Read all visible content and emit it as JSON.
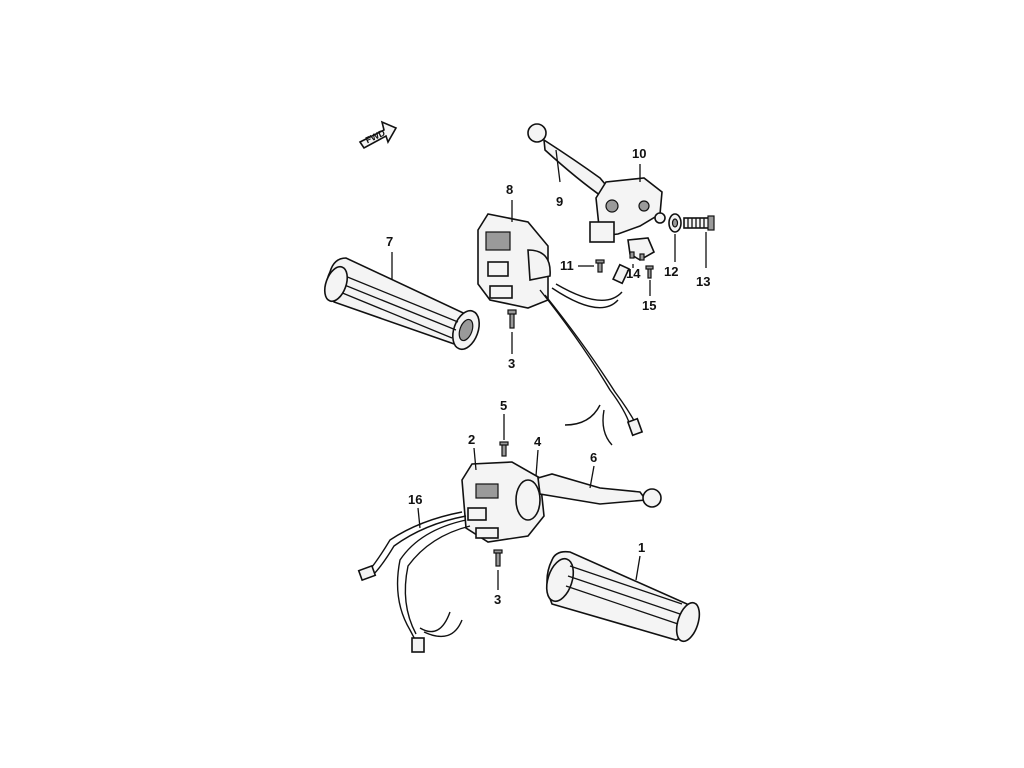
{
  "diagram": {
    "fwd_marker": "FWD",
    "callouts": [
      {
        "id": "1",
        "text": "1"
      },
      {
        "id": "2",
        "text": "2"
      },
      {
        "id": "3a",
        "text": "3"
      },
      {
        "id": "3b",
        "text": "3"
      },
      {
        "id": "4",
        "text": "4"
      },
      {
        "id": "5",
        "text": "5"
      },
      {
        "id": "6",
        "text": "6"
      },
      {
        "id": "7",
        "text": "7"
      },
      {
        "id": "8",
        "text": "8"
      },
      {
        "id": "9",
        "text": "9"
      },
      {
        "id": "10",
        "text": "10"
      },
      {
        "id": "11",
        "text": "11"
      },
      {
        "id": "12",
        "text": "12"
      },
      {
        "id": "13",
        "text": "13"
      },
      {
        "id": "14",
        "text": "14"
      },
      {
        "id": "15",
        "text": "15"
      },
      {
        "id": "16",
        "text": "16"
      }
    ]
  }
}
